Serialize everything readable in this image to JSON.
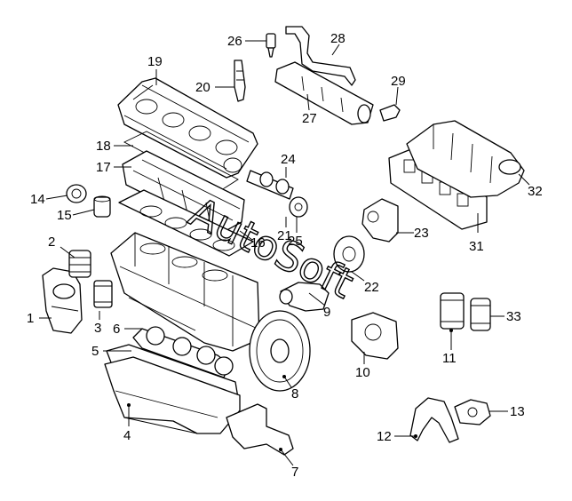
{
  "diagram": {
    "watermark": "AutoSoft",
    "callouts": [
      "1",
      "2",
      "3",
      "4",
      "5",
      "6",
      "7",
      "8",
      "9",
      "10",
      "11",
      "12",
      "13",
      "14",
      "15",
      "16",
      "17",
      "18",
      "19",
      "20",
      "21",
      "22",
      "23",
      "24",
      "25",
      "26",
      "27",
      "28",
      "29",
      "31",
      "32",
      "33"
    ]
  }
}
